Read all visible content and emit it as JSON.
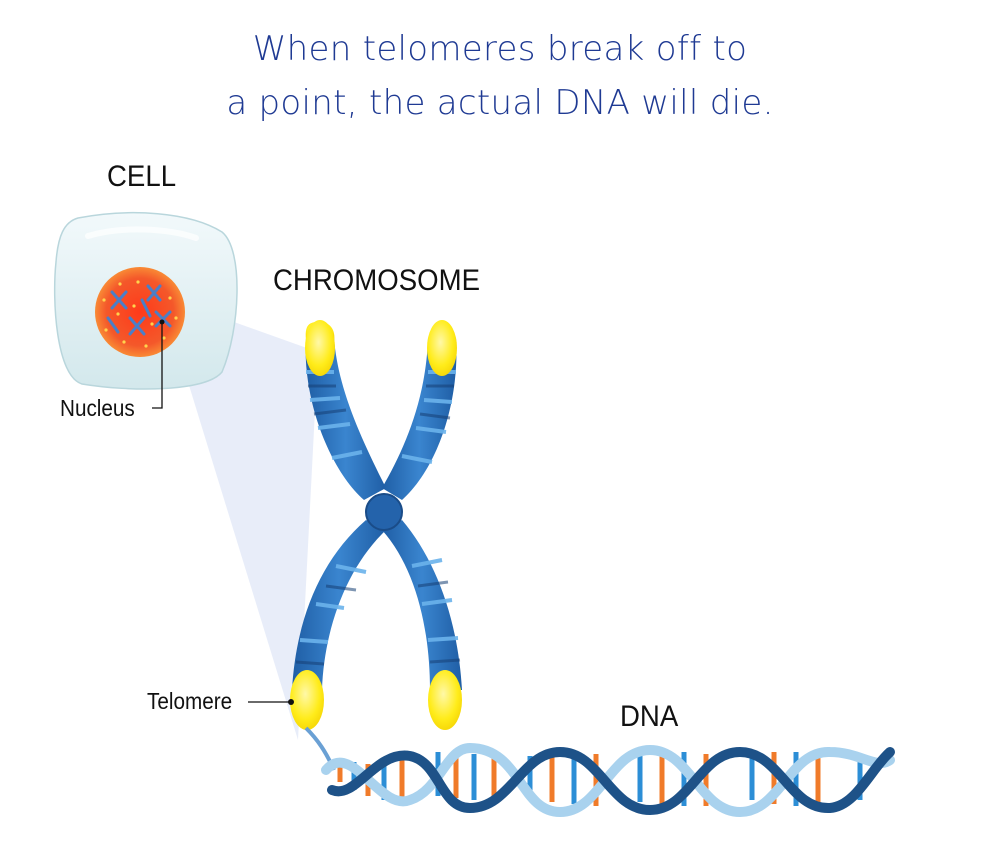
{
  "headline": {
    "line1": "When telomeres break off to",
    "line2": "a point, the actual DNA will die."
  },
  "labels": {
    "cell": "CELL",
    "chromosome": "CHROMOSOME",
    "dna": "DNA",
    "nucleus": "Nucleus",
    "telomere": "Telomere"
  },
  "colors": {
    "headline": "#1f3a93",
    "chromosome": "#2c6db3",
    "chromosome_band_light": "#5aa6e6",
    "telomere": "#ffec1a",
    "nucleus": "#f0531f",
    "cell_membrane": "#dfeff2",
    "dna_backbone_dark": "#1e5288",
    "dna_backbone_light": "#a9d2ee",
    "base_orange": "#f07b2a",
    "base_blue": "#2c8ed6"
  }
}
